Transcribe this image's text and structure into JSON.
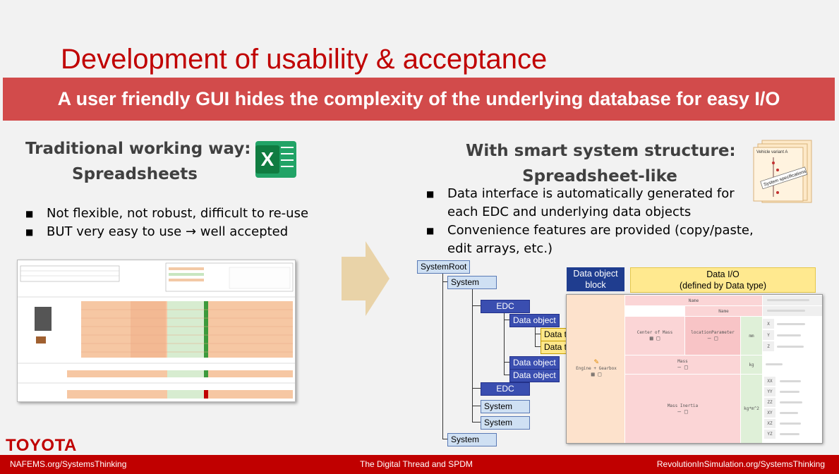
{
  "slide": {
    "title": "Development of usability & acceptance",
    "banner": "A user friendly GUI hides the complexity of the underlying database for easy I/O"
  },
  "left": {
    "heading_line1": "Traditional working way:",
    "heading_line2": "Spreadsheets",
    "excel_icon_letter": "X",
    "bullets": [
      "Not flexible, not robust, difficult to re-use",
      "BUT very easy to use → well accepted"
    ]
  },
  "right": {
    "heading_line1": "With smart system structure:",
    "heading_line2": "Spreadsheet-like",
    "bullets": [
      "Data interface is automatically generated for each EDC and underlying data objects",
      "Convenience features are provided (copy/paste, edit arrays, etc.)"
    ],
    "spec_icon_text": {
      "vehicle": "Vehicle variant A",
      "spec": "System specifications"
    }
  },
  "tree": {
    "root": "SystemRoot",
    "system1": "System",
    "edc1": "EDC",
    "dataobj1": "Data object",
    "datatype1": "Data type",
    "datatype2": "Data type",
    "dataobj2": "Data object",
    "dataobj3": "Data object",
    "edc2": "EDC",
    "system2": "System",
    "system3": "System",
    "system4": "System"
  },
  "legend": {
    "block_line1": "Data object",
    "block_line2": "block",
    "io_line1": "Data I/O",
    "io_line2": "(defined by Data type)"
  },
  "panel": {
    "name_header": "Name",
    "name_sub": "Name",
    "engine_label": "Engine + Gearbox",
    "center_of_mass": "Center of Mass",
    "location_param": "locationParameter",
    "unit_mm": "mm",
    "axes": [
      "X",
      "Y",
      "Z"
    ],
    "mass_label": "Mass",
    "unit_kg": "kg",
    "mass_inertia": "Mass Inertia",
    "unit_kgm2": "kg*m^2",
    "inertia_axes": [
      "XX",
      "YY",
      "ZZ",
      "XY",
      "XZ",
      "YZ"
    ]
  },
  "footer": {
    "brand": "TOYOTA",
    "left": "NAFEMS.org/SystemsThinking",
    "center": "The Digital Thread and SPDM",
    "right": "RevolutionInSimulation.org/SystemsThinking"
  },
  "colors": {
    "title_red": "#c00000",
    "banner_red": "#d24b4b",
    "node_light": "#cfe0f3",
    "node_dark": "#3a4eb0",
    "node_yellow": "#ffe78a",
    "arrow": "#e9d3a8"
  }
}
